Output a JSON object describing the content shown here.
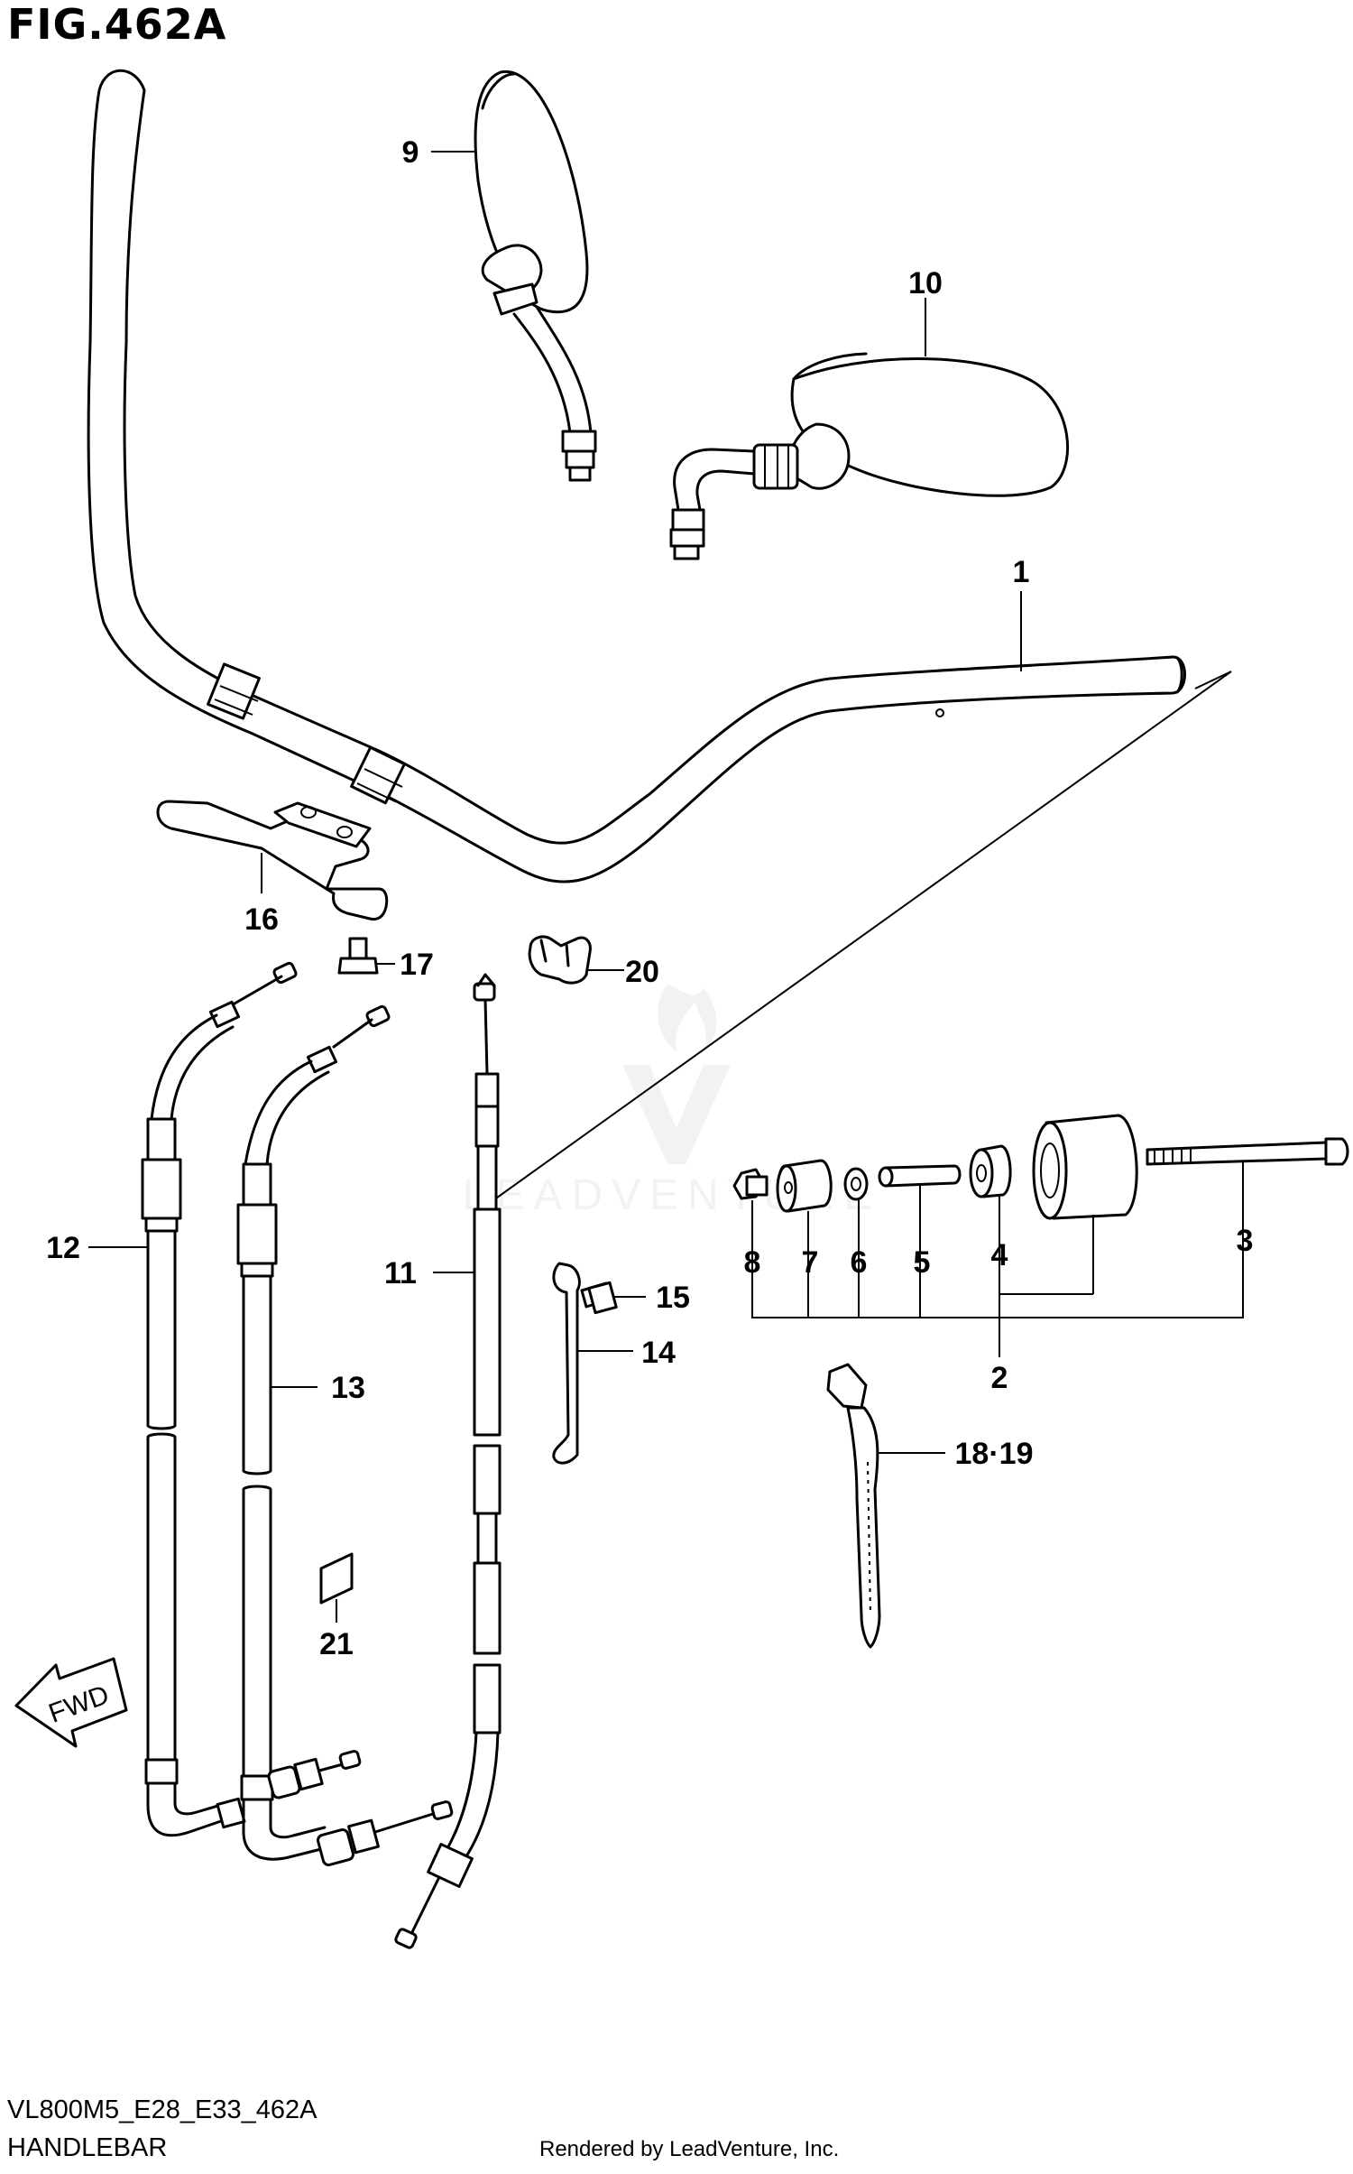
{
  "figure": {
    "title": "FIG.462A",
    "code": "VL800M5_E28_E33_462A",
    "name": "HANDLEBAR",
    "rendered_by": "Rendered by LeadVenture, Inc.",
    "watermark": "LEADVENTURE"
  },
  "direction_marker": {
    "label": "FWD",
    "icon": "forward-arrow-icon"
  },
  "callouts": [
    "1",
    "2",
    "3",
    "4",
    "5",
    "6",
    "7",
    "8",
    "9",
    "10",
    "11",
    "12",
    "13",
    "14",
    "15",
    "16",
    "17",
    "18·19",
    "20",
    "21"
  ],
  "colors": {
    "line": "#000000",
    "background": "#ffffff",
    "watermark": "#e6e6e6"
  }
}
